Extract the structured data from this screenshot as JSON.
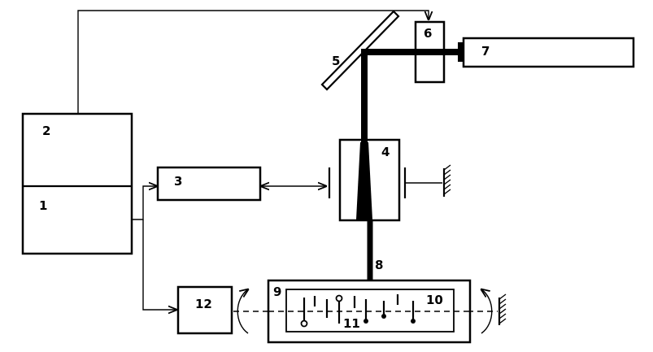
{
  "diagram": {
    "labels": {
      "l1": "1",
      "l2": "2",
      "l3": "3",
      "l4": "4",
      "l5": "5",
      "l6": "6",
      "l7": "7",
      "l8": "8",
      "l9": "9",
      "l10": "10",
      "l11": "11",
      "l12": "12"
    }
  }
}
